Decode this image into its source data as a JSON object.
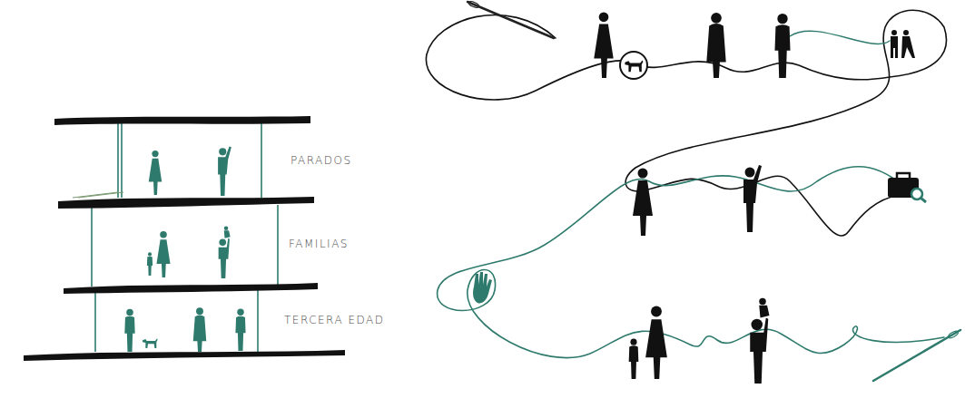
{
  "diagram": {
    "labels": [
      "PARADOS",
      "FAMILIAS",
      "TERCERA EDAD"
    ]
  }
}
